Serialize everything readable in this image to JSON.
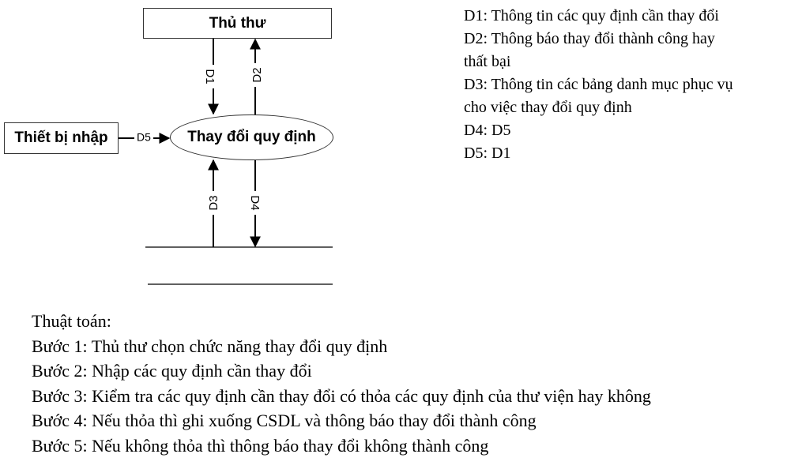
{
  "diagram": {
    "librarian": "Thủ thư",
    "input_device": "Thiết bị nhập",
    "process": "Thay đổi quy định",
    "flows": {
      "d1": "D1",
      "d2": "D2",
      "d3": "D3",
      "d4": "D4",
      "d5": "D5"
    }
  },
  "legend": [
    "D1: Thông tin các quy định cần thay đổi",
    "D2: Thông báo thay đổi thành công hay",
    "thất bại",
    "D3: Thông tin các bảng danh mục phục vụ",
    "cho việc thay đổi quy định",
    "D4: D5",
    "D5: D1"
  ],
  "algorithm": {
    "title": "Thuật toán:",
    "steps": [
      "Bước 1: Thủ thư chọn chức năng thay đổi quy định",
      "Bước 2: Nhập các quy định cần thay đổi",
      "Bước 3: Kiểm tra các quy định cần thay đổi có thỏa các quy định của thư viện hay không",
      "Bước 4: Nếu thỏa thì ghi xuống CSDL và thông báo thay đổi thành công",
      "Bước 5: Nếu không thỏa thì thông báo thay đổi không thành công"
    ]
  }
}
